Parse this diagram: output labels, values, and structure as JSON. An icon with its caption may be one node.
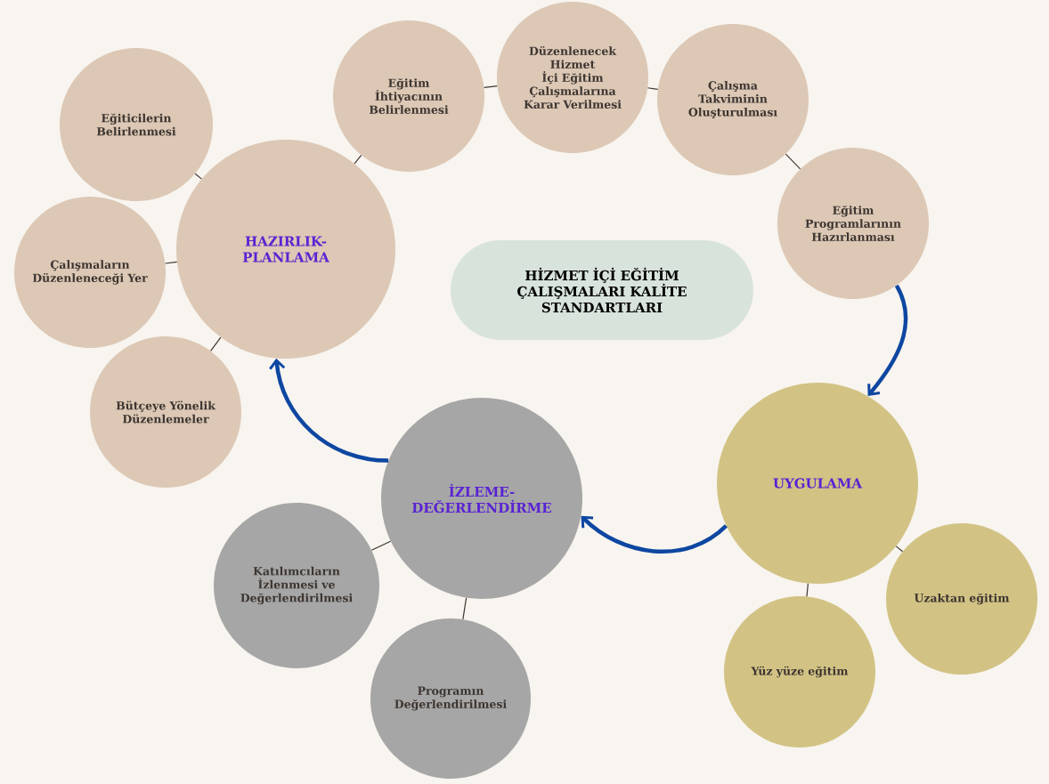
{
  "diagram": {
    "nodes": [
      {
        "text": [
          "HAZIRLIK-PLANLAMA"
        ]
      },
      {
        "text": [
          "Eğiticilerin Belirlenmesi"
        ]
      },
      {
        "text": [
          "Çalışmaların Düzenleneceği Yer"
        ]
      },
      {
        "text": [
          "Bütçeye Yönelik Düzenlemeler"
        ]
      },
      {
        "text": [
          "Eğitim İhtiyacının Belirlenmesi"
        ]
      },
      {
        "text": [
          "Düzenlenecek Hizmet İçi Eğitim Çalışmalarına Karar Verilmesi"
        ]
      },
      {
        "text": [
          "Çalışma Takviminin Oluşturulması"
        ]
      },
      {
        "text": [
          "Eğitim Programlarının Hazırlanması"
        ]
      },
      {
        "text": [
          "HİZMET İÇİ EĞİTİM ÇALIŞMALARI KALİTE STANDARTLARI"
        ]
      },
      {
        "text": [
          "UYGULAMA"
        ]
      },
      {
        "text": [
          "Uzaktan eğitim"
        ]
      },
      {
        "text": [
          "Yüz yüze eğitim"
        ]
      },
      {
        "text": [
          "İZLEME-DEĞERLENDİRME"
        ]
      },
      {
        "text": [
          "Katılımcıların İzlenmesi ve Değerlendirilmesi"
        ]
      },
      {
        "text": [
          "Programın Değerlendirilmesi"
        ]
      }
    ],
    "edges": [
      {
        "from": 0,
        "to": 1,
        "arrow": "none"
      },
      {
        "from": 0,
        "to": 2,
        "arrow": "none"
      },
      {
        "from": 0,
        "to": 3,
        "arrow": "none"
      },
      {
        "from": 0,
        "to": 4,
        "arrow": "none"
      },
      {
        "from": 4,
        "to": 5,
        "arrow": "none"
      },
      {
        "from": 5,
        "to": 6,
        "arrow": "none"
      },
      {
        "from": 6,
        "to": 7,
        "arrow": "none"
      },
      {
        "from": 7,
        "to": 9,
        "arrow": "to",
        "style": "thick",
        "color": "#0d47a1"
      },
      {
        "from": 9,
        "to": 10,
        "arrow": "none"
      },
      {
        "from": 9,
        "to": 11,
        "arrow": "none"
      },
      {
        "from": 9,
        "to": 12,
        "arrow": "to",
        "style": "thick",
        "color": "#0d47a1"
      },
      {
        "from": 12,
        "to": 13,
        "arrow": "none"
      },
      {
        "from": 12,
        "to": 14,
        "arrow": "none"
      },
      {
        "from": 12,
        "to": 0,
        "arrow": "to",
        "style": "thick",
        "color": "#0d47a1"
      }
    ]
  }
}
